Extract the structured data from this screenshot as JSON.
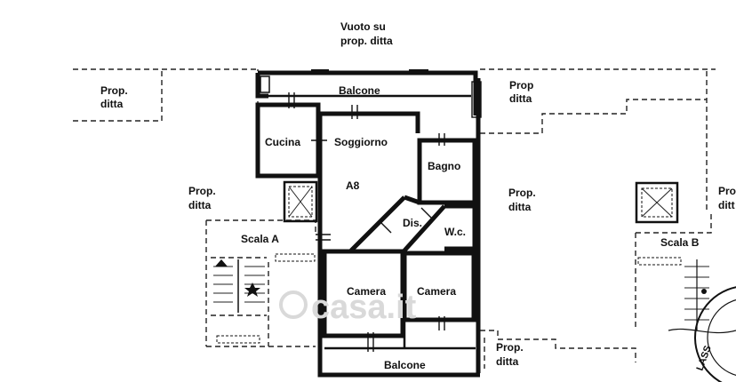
{
  "labels": {
    "vuoto_line1": "Vuoto su",
    "vuoto_line2": "prop. ditta",
    "prop_tl_1": "Prop.",
    "prop_tl_2": "ditta",
    "prop_tr_1": "Prop",
    "prop_tr_2": "ditta",
    "prop_ml_1": "Prop.",
    "prop_ml_2": "ditta",
    "prop_mr_1": "Prop.",
    "prop_mr_2": "ditta",
    "prop_br_1": "Prop.",
    "prop_br_2": "ditta",
    "prop_far_1": "Pro",
    "prop_far_2": "ditt",
    "balcone_top": "Balcone",
    "cucina": "Cucina",
    "soggiorno": "Soggiorno",
    "unit": "A8",
    "bagno": "Bagno",
    "dis": "Dis.",
    "wc": "W.c.",
    "scala_a": "Scala A",
    "scala_b": "Scala B",
    "camera_left": "Camera",
    "camera_right": "Camera",
    "balcone_bottom": "Balcone"
  },
  "watermark": {
    "brand": "casa.it"
  },
  "stamp": {
    "text": "LASS"
  },
  "colors": {
    "ink": "#111111",
    "paper": "#ffffff",
    "watermark": "#d9d9d9"
  }
}
